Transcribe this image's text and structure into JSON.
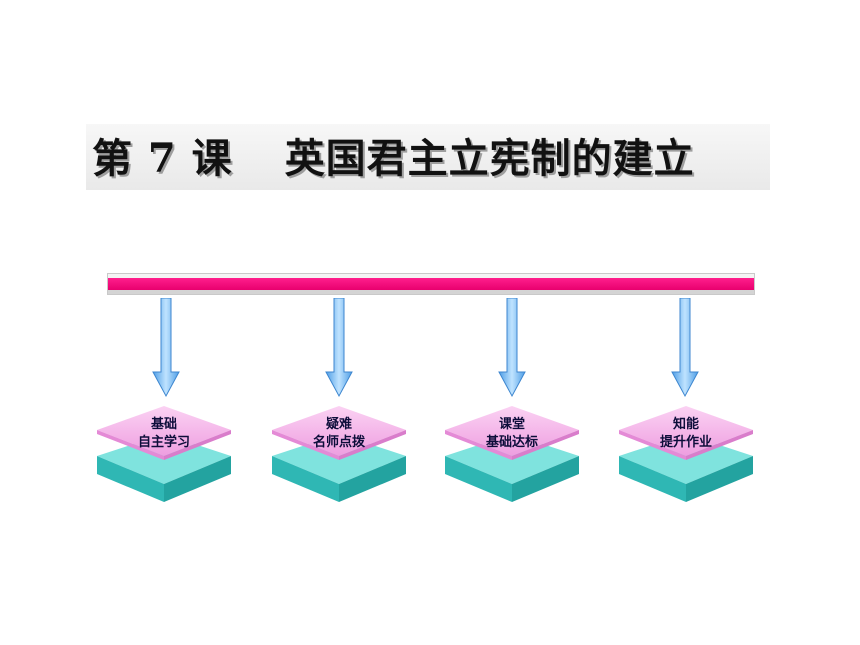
{
  "title": {
    "lesson": "第 7 课",
    "name": "英国君主立宪制的建立"
  },
  "colors": {
    "bar_accent": "#f0047f",
    "arrow": "#6ab4f0",
    "card_top": "#f2a6e6",
    "card_base": "#39c8c4"
  },
  "cards": [
    {
      "line1": "基础",
      "line2": "自主学习"
    },
    {
      "line1": "疑难",
      "line2": "名师点拨"
    },
    {
      "line1": "课堂",
      "line2": "基础达标"
    },
    {
      "line1": "知能",
      "line2": "提升作业"
    }
  ]
}
